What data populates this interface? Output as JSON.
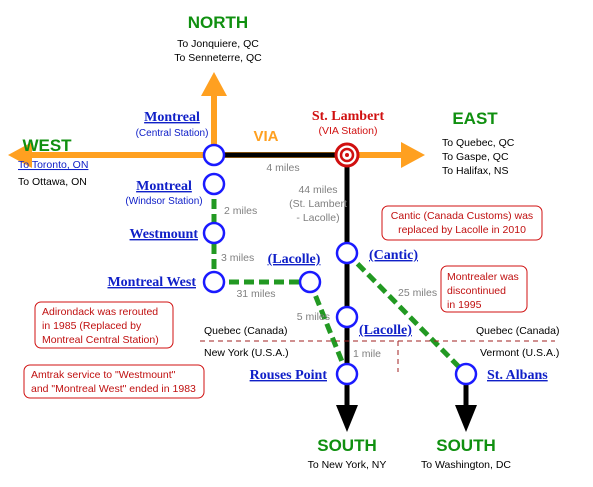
{
  "directions": {
    "north": {
      "label": "NORTH",
      "lines": [
        "To Jonquiere, QC",
        "To Senneterre, QC"
      ]
    },
    "east": {
      "label": "EAST",
      "lines": [
        "To Quebec, QC",
        "To Gaspe, QC",
        "To Halifax, NS"
      ]
    },
    "west": {
      "label": "WEST",
      "link": "To Toronto, ON",
      "lines": [
        "To Ottawa, ON"
      ]
    },
    "south_left": {
      "label": "SOUTH",
      "lines": [
        "To New York, NY"
      ]
    },
    "south_right": {
      "label": "SOUTH",
      "lines": [
        "To Washington, DC"
      ]
    }
  },
  "via_label": "VIA",
  "stations": {
    "montreal_central": {
      "name": "Montreal",
      "sub": "(Central Station)"
    },
    "montreal_windsor": {
      "name": "Montreal",
      "sub": "(Windsor Station)"
    },
    "westmount": {
      "name": "Westmount"
    },
    "montreal_west": {
      "name": "Montreal West"
    },
    "lacolle_old": {
      "name": "(Lacolle)"
    },
    "st_lambert": {
      "name": "St. Lambert",
      "sub": "(VIA Station)"
    },
    "cantic": {
      "name": "(Cantic)"
    },
    "lacolle_new": {
      "name": "(Lacolle)"
    },
    "rouses_point": {
      "name": "Rouses Point"
    },
    "st_albans": {
      "name": "St. Albans"
    }
  },
  "distances": {
    "via": "4 miles",
    "windsor_westmount": "2 miles",
    "westmount_mtlwest": "3 miles",
    "mtlwest_lacolle": "31 miles",
    "stlambert_lacolle": [
      "44 miles",
      "(St. Lambert",
      "- Lacolle)"
    ],
    "cantic_stalbans": "25 miles",
    "cantic_lacolle": "5 miles",
    "lacolle_rouses": "1 mile"
  },
  "border": {
    "left_upper": "Quebec (Canada)",
    "left_lower": "New York (U.S.A.)",
    "right_upper": "Quebec (Canada)",
    "right_lower": "Vermont (U.S.A.)"
  },
  "notes": {
    "cantic": [
      "Cantic (Canada Customs) was",
      "replaced by Lacolle in 2010"
    ],
    "montrealer": [
      "Montrealer was",
      "discontinued",
      "in 1995"
    ],
    "adirondack": [
      "Adirondack was rerouted",
      "in 1985 (Replaced by",
      "Montreal Central Station)"
    ],
    "amtrak": [
      "Amtrak service to \"Westmount\"",
      "and \"Montreal West\" ended in 1983"
    ]
  },
  "colors": {
    "direction_green": "#109010",
    "station_blue": "#1020c8",
    "via_orange": "#ffa020",
    "amtrak_green": "#229922",
    "note_red": "#d01010"
  }
}
